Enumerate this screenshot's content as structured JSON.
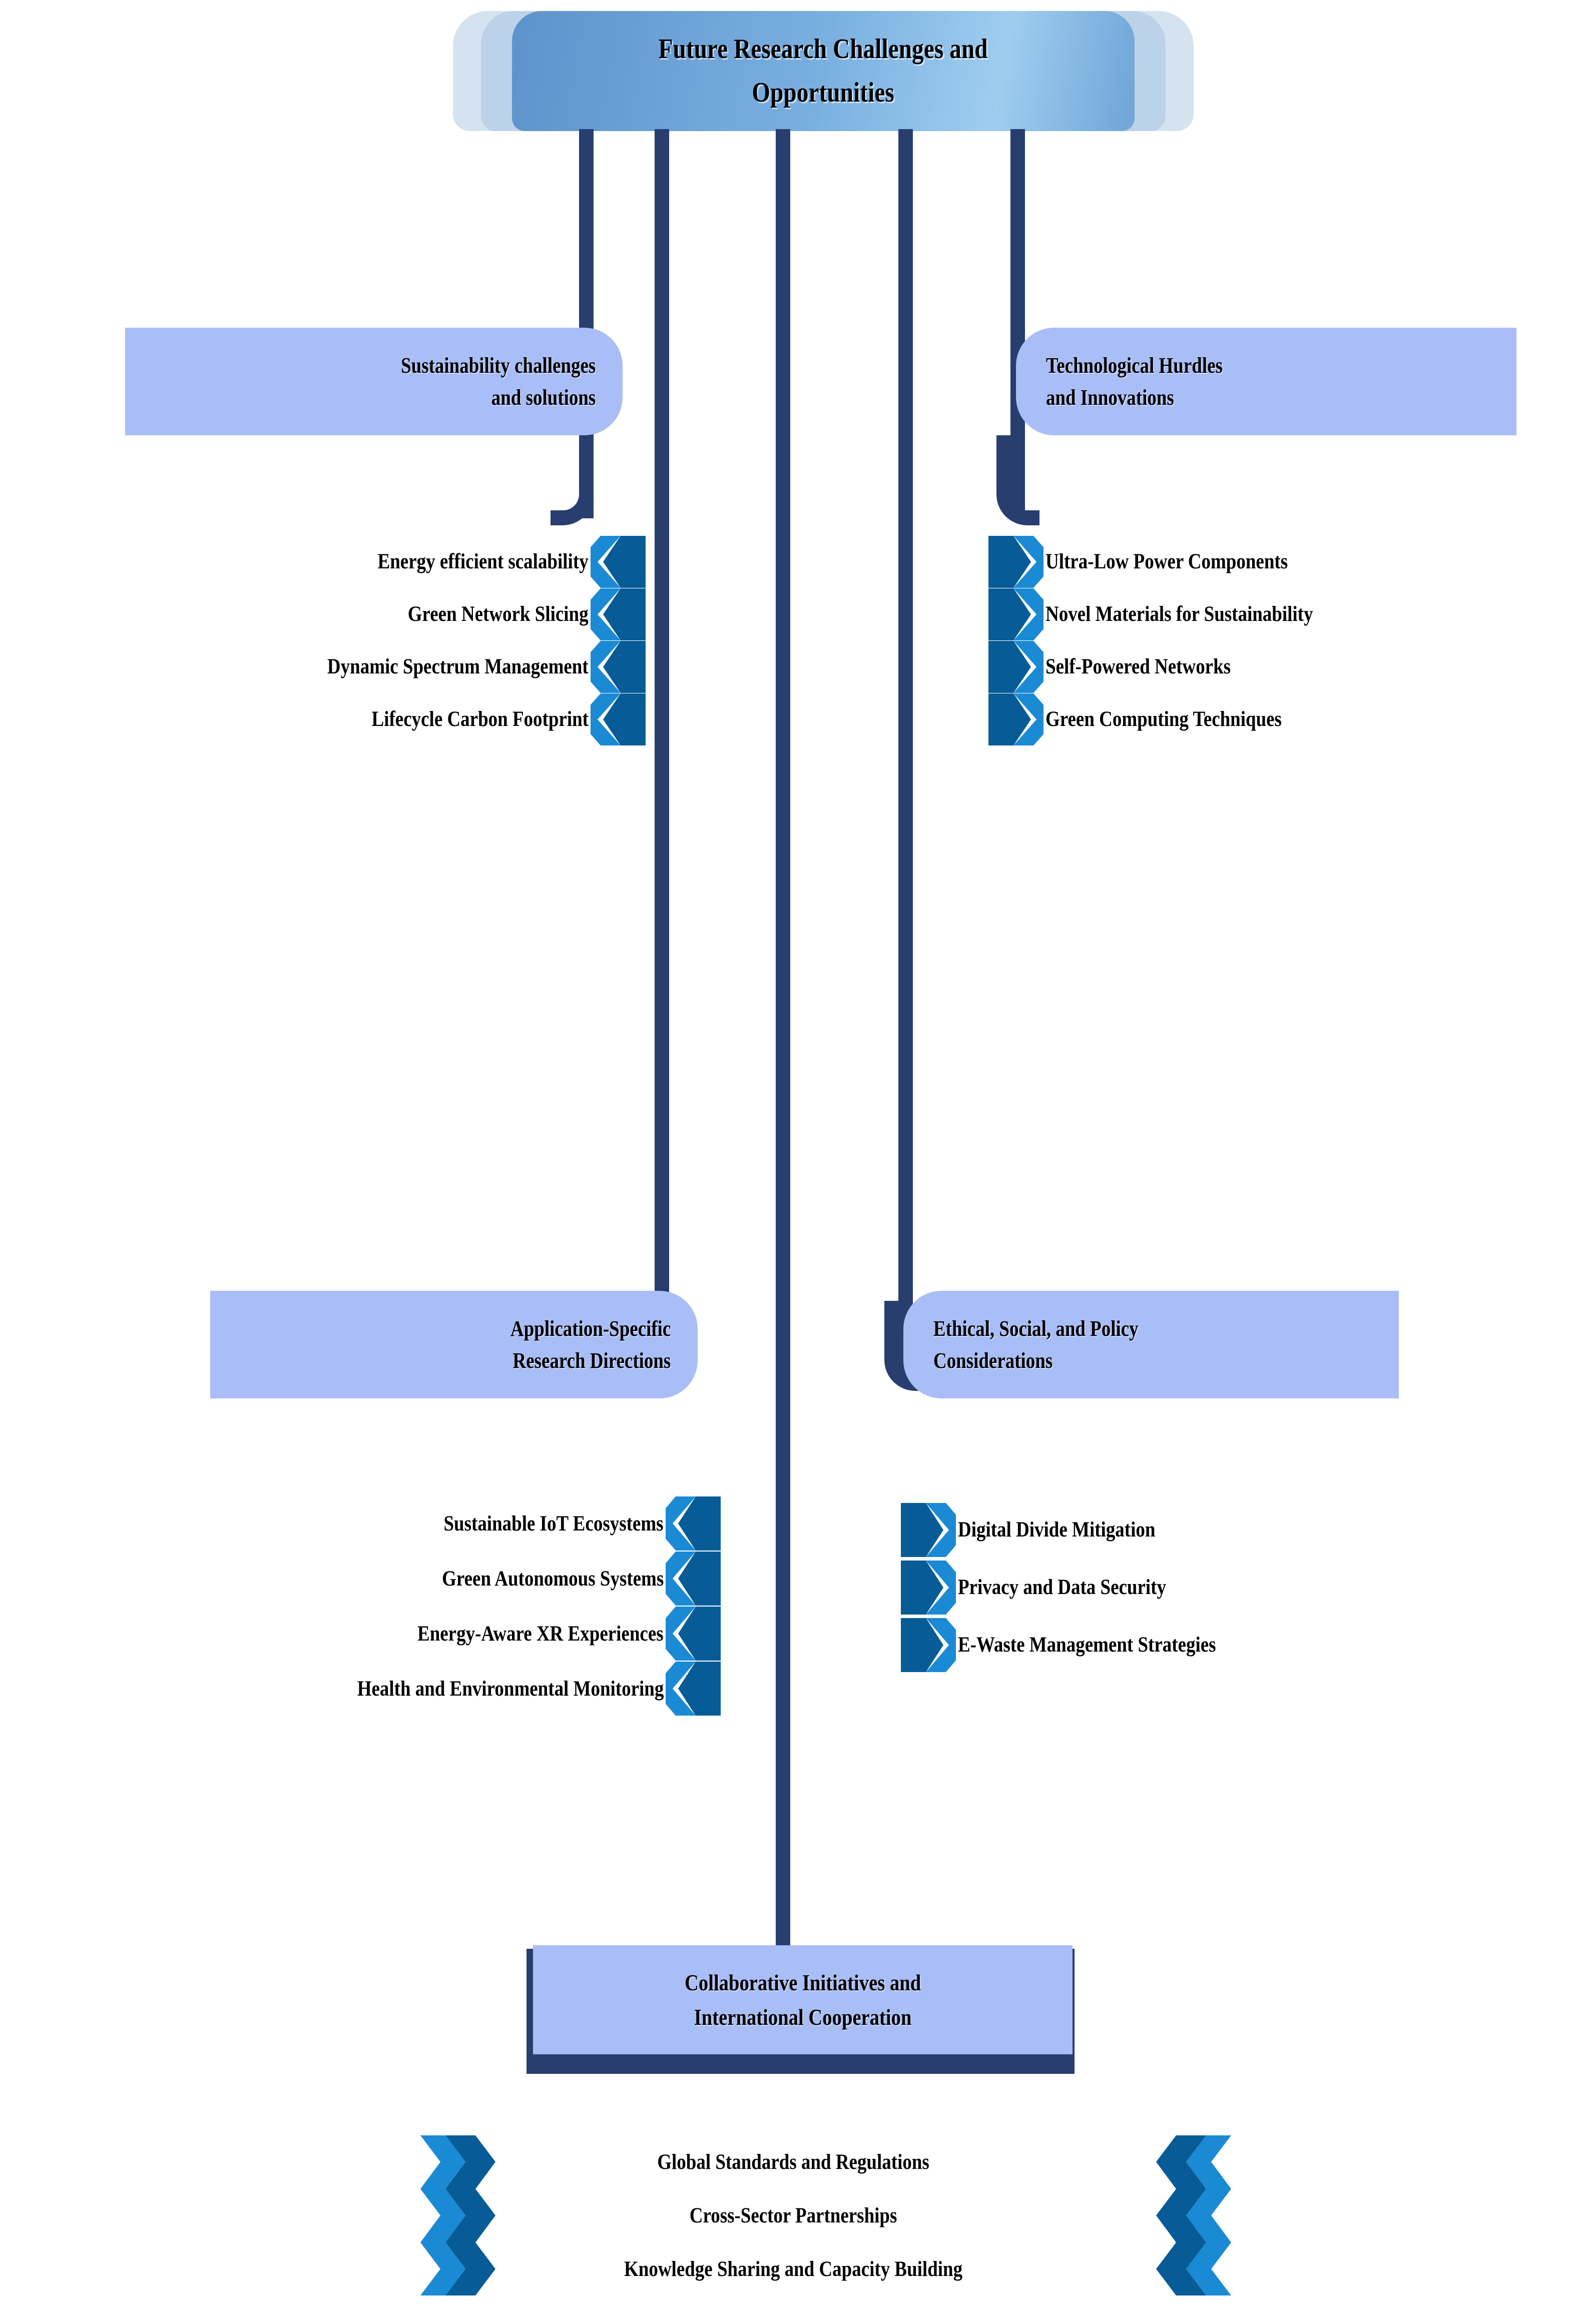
{
  "title": {
    "text": "Future Research Challenges and\nOpportunities"
  },
  "colors": {
    "navy": "#273e6e",
    "periwinkle": "#a9bdf6",
    "chevron_light": "#1b8ad4",
    "chevron_dark": "#075c97",
    "banner_outer": "#d5e2f0",
    "banner_mid": "#bcd2e9",
    "banner_inner": "#7ab0e0"
  },
  "branches": [
    {
      "id": "sustainability",
      "heading": "Sustainability challenges\nand solutions",
      "side": "left",
      "items": [
        "Energy efficient scalability",
        "Green Network Slicing",
        "Dynamic Spectrum Management",
        "Lifecycle Carbon Footprint"
      ]
    },
    {
      "id": "technological",
      "heading": "Technological Hurdles\nand Innovations",
      "side": "right",
      "items": [
        "Ultra-Low Power Components",
        "Novel Materials for Sustainability",
        "Self-Powered Networks",
        "Green Computing Techniques"
      ]
    },
    {
      "id": "application",
      "heading": "Application-Specific\nResearch Directions",
      "side": "left",
      "items": [
        "Sustainable IoT Ecosystems",
        "Green Autonomous Systems",
        "Energy-Aware XR Experiences",
        "Health and Environmental Monitoring"
      ]
    },
    {
      "id": "ethical",
      "heading": "Ethical, Social, and Policy\nConsiderations",
      "side": "right",
      "items": [
        "Digital Divide Mitigation",
        "Privacy and Data Security",
        "E-Waste Management Strategies"
      ]
    },
    {
      "id": "collaborative",
      "heading": "Collaborative Initiatives and\nInternational Cooperation",
      "side": "center",
      "items": [
        "Global Standards and Regulations",
        "Cross-Sector Partnerships",
        "Knowledge Sharing and Capacity Building"
      ]
    }
  ]
}
